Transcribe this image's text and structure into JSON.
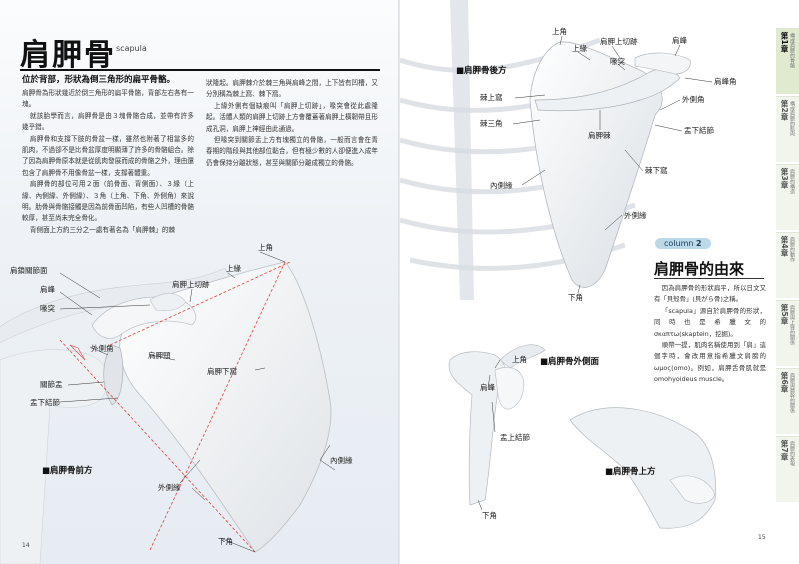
{
  "left": {
    "title": "肩胛骨",
    "title_en": "scapula",
    "subtitle": "位於背部，形狀為倒三角形的扁平骨骼。",
    "col1": [
      "肩胛骨為形狀幾近於倒三角形的扁平骨骼，背部左右各有一塊。",
      "就該胎學而言，肩胛骨是由３塊骨骼合成，並帶有許多幾乎錯。",
      "肩胛骨和支撐下肢的骨盆一樣，雖然也附著了相當多的肌肉，不過卻不是比骨盆厚度明顯薄了許多的骨骼組合。除了因為肩胛骨原本就是從肌肉發展而成的骨骼之外，理由還包含了肩胛骨不用像骨盆一樣，支撐著體重。",
      "肩胛骨的部位可用２面（前骨面、背側面）、３緣（上緣、內側緣、外側緣）、３角（上角、下角、外側角）來說明。肋骨與骨骼接觸是因為前骨面凹陷，有些人凹槽的骨骼較厚，甚至尚未完全骨化。",
      "背側面上方約三分之一處有著名為「肩胛棘」的棘"
    ],
    "col2": [
      "狀隆起。肩胛棘介於棘三角與肩峰之間，上下皆有凹槽，又分別稱為棘上窩、棘下窩。",
      "上緣外側有個缺痕叫「肩胛上切跡」，喙突會從此處隆起。活體人類的肩胛上切跡上方會覆蓋著肩胛上橫韌帶且形成孔洞，肩胛上神經由此通過。",
      "但喙突到關節盂上方有塊獨立的骨骼，一般而言會在青春期的階段與其他部位黏合，但有極少數的人卻便進入成年仍會保持分離狀態，甚至與關節分離成獨立的骨骼。"
    ],
    "page_no": "14",
    "caption": "■肩胛骨前方",
    "labels": {
      "acromion_joint": "肩鎖關節面",
      "acromion": "肩峰",
      "coracoid": "喙突",
      "lateral_angle": "外側角",
      "glenoid": "關節盂",
      "infraglenoid": "盂下結節",
      "superior_angle": "上角",
      "superior_border": "上緣",
      "suprascapular_notch": "肩胛上切跡",
      "neck": "肩胛頸",
      "subscapular_fossa": "肩胛下窩",
      "medial_border": "內側緣",
      "lateral_border": "外側緣",
      "inferior_angle": "下角"
    }
  },
  "right": {
    "page_no": "15",
    "posterior_caption": "■肩胛骨後方",
    "lateral_caption": "■肩胛骨外側面",
    "superior_caption": "■肩胛骨上方",
    "labels": {
      "superior_angle": "上角",
      "superior_border": "上緣",
      "suprascapular_notch": "肩胛上切跡",
      "acromion": "肩峰",
      "coracoid": "喙突",
      "acromial_angle": "肩峰角",
      "supraspinous_fossa": "棘上窩",
      "lateral_angle": "外側角",
      "spine_triangle": "棘三角",
      "spine": "肩胛棘",
      "infraglenoid": "盂下結節",
      "infraspinous_fossa": "棘下窩",
      "medial_border": "內側緣",
      "lateral_border": "外側緣",
      "inferior_angle": "下角",
      "lat_acromion": "肩峰",
      "lat_superior_angle": "上角",
      "lat_supraglenoid": "盂上結節",
      "lat_inferior_angle": "下角"
    },
    "column": {
      "tag": "column",
      "num": "2",
      "title": "肩胛骨的由來",
      "paragraphs": [
        "因為肩胛骨的形狀扁平，所以日文又有「貝殼骨」(貝がら骨)之稱。",
        "「scapula」源自於肩胛骨的形狀，同時也是希臘文的σκαπτω(skaptein，挖掘)。",
        "順帶一提，肌肉名稱使用到「肩」這個字時，會改用意指希臘文肩膀的ωμος(omo)。例如，肩胛舌骨肌就是omohyoideus muscle。"
      ]
    }
  },
  "tabs": [
    {
      "num": "第1章",
      "title": "構成肩膀的骨骼"
    },
    {
      "num": "第2章",
      "title": "構成肩膀的肌肉"
    },
    {
      "num": "第3章",
      "title": "肩膀的構造"
    },
    {
      "num": "第4章",
      "title": "肩膀的動作"
    },
    {
      "num": "第5章",
      "title": "肩膀與上臂的關係"
    },
    {
      "num": "第6章",
      "title": "肩膀與體幹的關係"
    },
    {
      "num": "第7章",
      "title": "肩膀的表現"
    }
  ],
  "colors": {
    "accent_tab": "#dfeacf",
    "pill": "#bcd9ea",
    "bone": "#f3f5f7",
    "guide": "#e04040"
  }
}
